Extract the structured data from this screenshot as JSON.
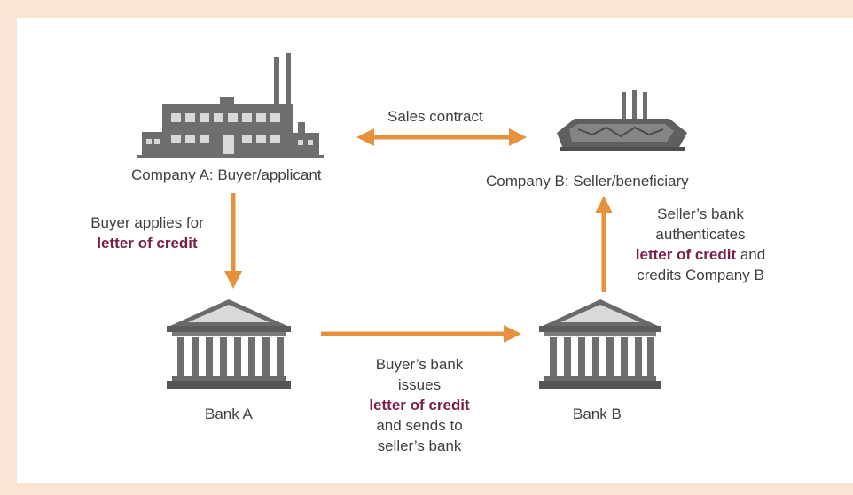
{
  "colors": {
    "arrow": "#e8913c",
    "highlight": "#7b1e4a",
    "text": "#3f3f3f",
    "icon": "#6b6b6b",
    "border": "#f8e6d2"
  },
  "nodes": {
    "company_a": {
      "label": "Company A: Buyer/applicant",
      "icon": "factory-icon"
    },
    "company_b": {
      "label": "Company B: Seller/beneficiary",
      "icon": "factory-icon"
    },
    "bank_a": {
      "label": "Bank A",
      "icon": "bank-icon"
    },
    "bank_b": {
      "label": "Bank B",
      "icon": "bank-icon"
    }
  },
  "edges": {
    "sales_contract": {
      "label": "Sales contract"
    },
    "buyer_applies": {
      "line1": "Buyer applies for",
      "highlight": "letter of credit"
    },
    "bank_issues": {
      "line1": "Buyer’s bank",
      "line2": "issues",
      "highlight": "letter of credit",
      "line3": "and sends to",
      "line4": "seller’s bank"
    },
    "seller_bank": {
      "line1": "Seller’s bank",
      "line2": "authenticates",
      "highlight": "letter of credit",
      "line3_suffix": " and",
      "line4": "credits Company B"
    }
  }
}
